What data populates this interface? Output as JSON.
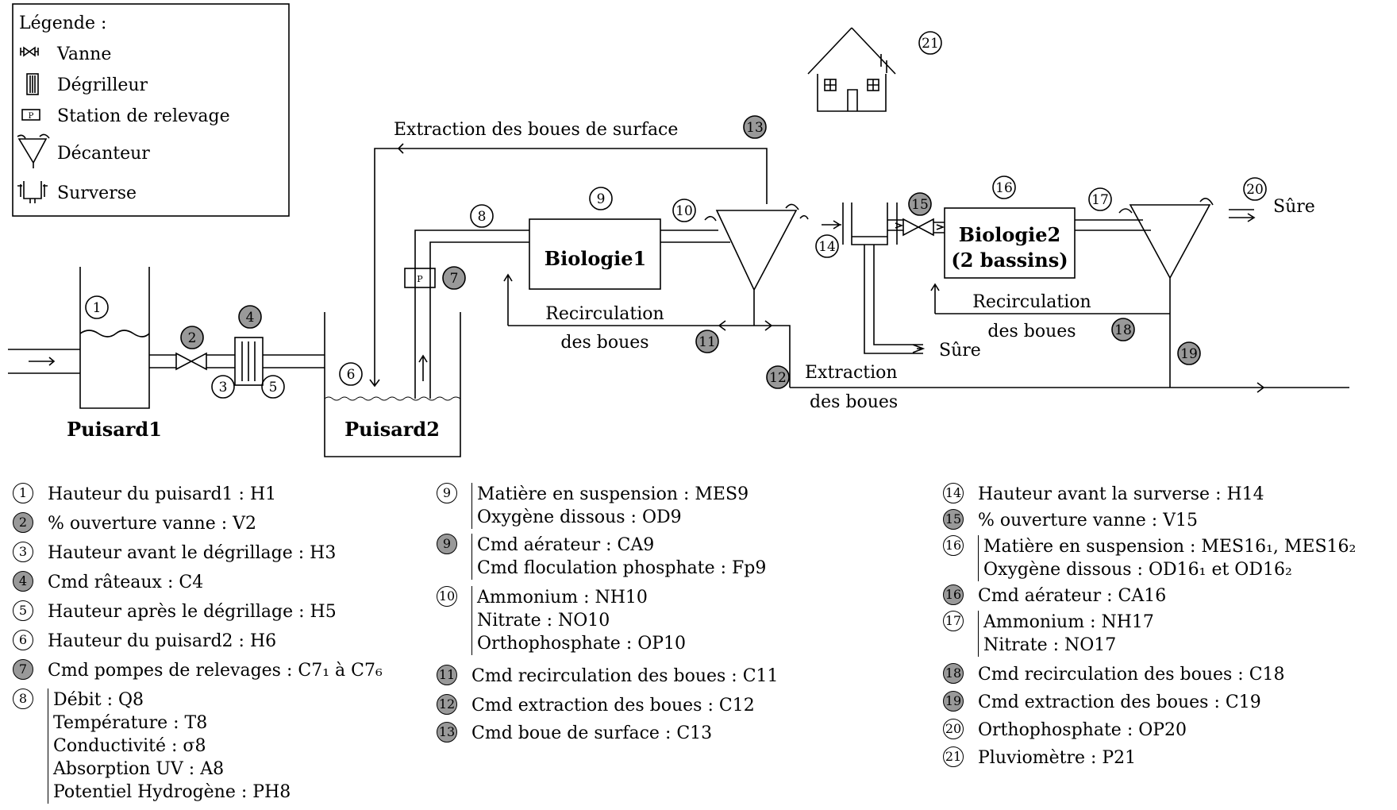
{
  "legend": {
    "title": "Légende :",
    "items": [
      "Vanne",
      "Dégrilleur",
      "Station de relevage",
      "Décanteur",
      "Surverse"
    ],
    "pump_letter": "P"
  },
  "diagram": {
    "puisard1": "Puisard1",
    "puisard2": "Puisard2",
    "bio1": "Biologie1",
    "bio2_line1": "Biologie2",
    "bio2_line2": "(2 bassins)",
    "extraction_surface": "Extraction des boues de surface",
    "recirc1_line1": "Recirculation",
    "recirc1_line2": "des boues",
    "recirc2_line1": "Recirculation",
    "recirc2_line2": "des boues",
    "extraction_line1": "Extraction",
    "extraction_line2": "des boues",
    "sure_mid": "Sûre",
    "sure_right": "Sûre",
    "markers": [
      "1",
      "2",
      "3",
      "4",
      "5",
      "6",
      "7",
      "8",
      "9",
      "10",
      "11",
      "12",
      "13",
      "14",
      "15",
      "16",
      "17",
      "18",
      "19",
      "20",
      "21"
    ]
  },
  "measures": {
    "col1": [
      {
        "n": "1",
        "filled": false,
        "lines": [
          "Hauteur du puisard1 : H1"
        ]
      },
      {
        "n": "2",
        "filled": true,
        "lines": [
          "% ouverture vanne : V2"
        ]
      },
      {
        "n": "3",
        "filled": false,
        "lines": [
          "Hauteur avant le dégrillage : H3"
        ]
      },
      {
        "n": "4",
        "filled": true,
        "lines": [
          "Cmd râteaux : C4"
        ]
      },
      {
        "n": "5",
        "filled": false,
        "lines": [
          "Hauteur après le dégrillage : H5"
        ]
      },
      {
        "n": "6",
        "filled": false,
        "lines": [
          "Hauteur du puisard2 : H6"
        ]
      },
      {
        "n": "7",
        "filled": true,
        "lines": [
          "Cmd pompes de relevages : C7₁ à C7₆"
        ]
      },
      {
        "n": "8",
        "filled": false,
        "lines": [
          "Débit : Q8",
          "Température : T8",
          "Conductivité : σ8",
          "Absorption UV : A8",
          "Potentiel Hydrogène : PH8"
        ]
      }
    ],
    "col2": [
      {
        "n": "9",
        "filled": false,
        "lines": [
          "Matière en suspension : MES9",
          "Oxygène dissous : OD9"
        ]
      },
      {
        "n": "9",
        "filled": true,
        "lines": [
          "Cmd aérateur : CA9",
          "Cmd floculation phosphate : Fp9"
        ]
      },
      {
        "n": "10",
        "filled": false,
        "lines": [
          "Ammonium : NH10",
          "Nitrate : NO10",
          "Orthophosphate : OP10"
        ]
      },
      {
        "n": "11",
        "filled": true,
        "lines": [
          "Cmd recirculation des boues : C11"
        ]
      },
      {
        "n": "12",
        "filled": true,
        "lines": [
          "Cmd extraction des boues : C12"
        ]
      },
      {
        "n": "13",
        "filled": true,
        "lines": [
          "Cmd boue de surface : C13"
        ]
      }
    ],
    "col3": [
      {
        "n": "14",
        "filled": false,
        "lines": [
          "Hauteur avant la surverse : H14"
        ]
      },
      {
        "n": "15",
        "filled": true,
        "lines": [
          "% ouverture vanne : V15"
        ]
      },
      {
        "n": "16",
        "filled": false,
        "lines": [
          "Matière en suspension : MES16₁, MES16₂",
          "Oxygène dissous : OD16₁ et OD16₂"
        ]
      },
      {
        "n": "16",
        "filled": true,
        "lines": [
          "Cmd aérateur : CA16"
        ]
      },
      {
        "n": "17",
        "filled": false,
        "lines": [
          "Ammonium : NH17",
          "Nitrate : NO17"
        ]
      },
      {
        "n": "18",
        "filled": true,
        "lines": [
          "Cmd recirculation des boues : C18"
        ]
      },
      {
        "n": "19",
        "filled": true,
        "lines": [
          "Cmd extraction des boues : C19"
        ]
      },
      {
        "n": "20",
        "filled": false,
        "lines": [
          "Orthophosphate : OP20"
        ]
      },
      {
        "n": "21",
        "filled": false,
        "lines": [
          "Pluviomètre : P21"
        ]
      }
    ]
  }
}
